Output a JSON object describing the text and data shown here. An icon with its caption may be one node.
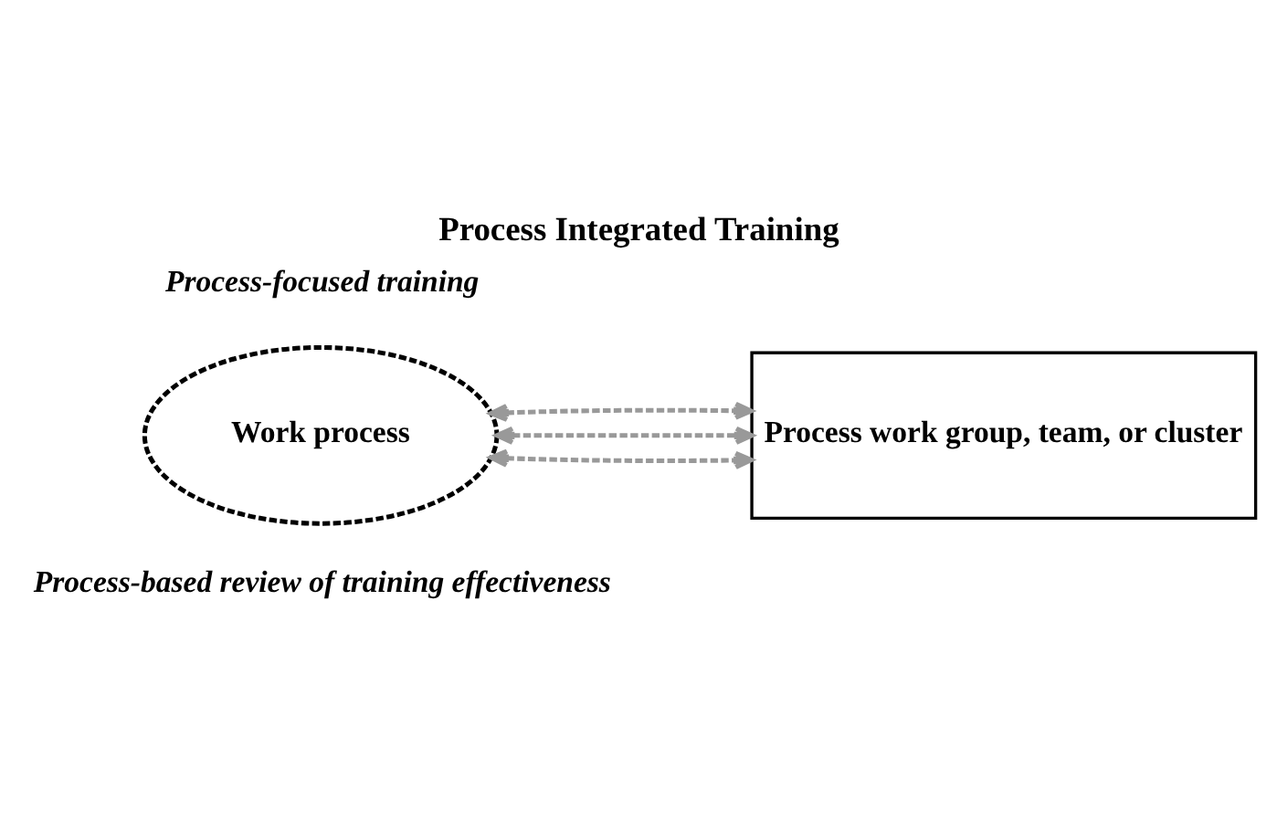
{
  "diagram": {
    "title": "Process Integrated Training",
    "nodes": [
      {
        "text": [
          "Work process"
        ]
      },
      {
        "text": [
          "Process work group, team, or cluster"
        ]
      }
    ],
    "edges": [
      {
        "from": 0,
        "to": 1,
        "arrow": "both",
        "style": "dashed",
        "color": "#999999"
      },
      {
        "from": 0,
        "to": 1,
        "arrow": "both",
        "style": "dashed",
        "color": "#999999"
      },
      {
        "from": 0,
        "to": 1,
        "arrow": "both",
        "style": "dashed",
        "color": "#999999"
      }
    ],
    "labels": [
      "Process-focused training",
      "Process-based review of training effectiveness"
    ]
  }
}
